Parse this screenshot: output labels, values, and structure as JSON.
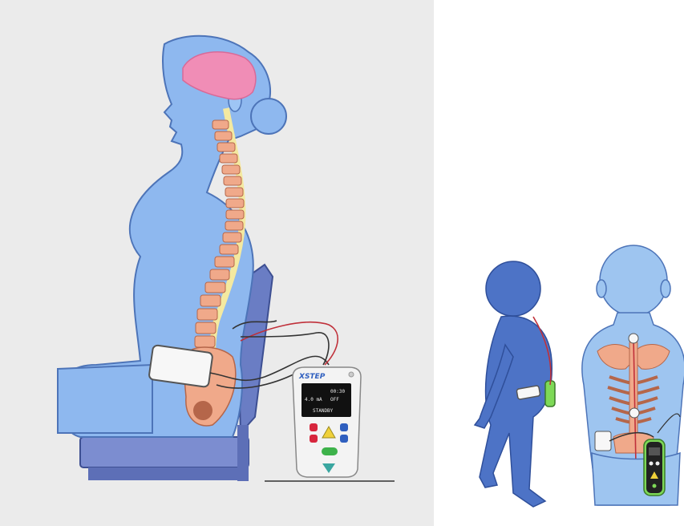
{
  "left_scene": {
    "device": {
      "brand": "XSTEP",
      "screen_lines": [
        "00:30",
        "4.0 mA",
        "OFF",
        "STANDBY"
      ],
      "colors": {
        "shell": "#f3f3f3",
        "screen": "#111111",
        "button_red": "#d7263d",
        "button_blue": "#2f5fbf",
        "button_yellow": "#f0d13a",
        "button_green": "#3db24a"
      }
    },
    "colors": {
      "body": "#8eb8ef",
      "body_outline": "#4d74b8",
      "brain": "#f08db6",
      "spine": "#f0a98a",
      "spinal_cord": "#f4e9a0",
      "chair": "#5d6fb7"
    }
  },
  "right_scene": {
    "colors": {
      "child_side": "#4d73c6",
      "child_back": "#9ec5f0",
      "skeleton": "#f0a98a",
      "pad": "#f7f7f7",
      "unit": "#222222",
      "unit_trim": "#7ed957"
    }
  }
}
